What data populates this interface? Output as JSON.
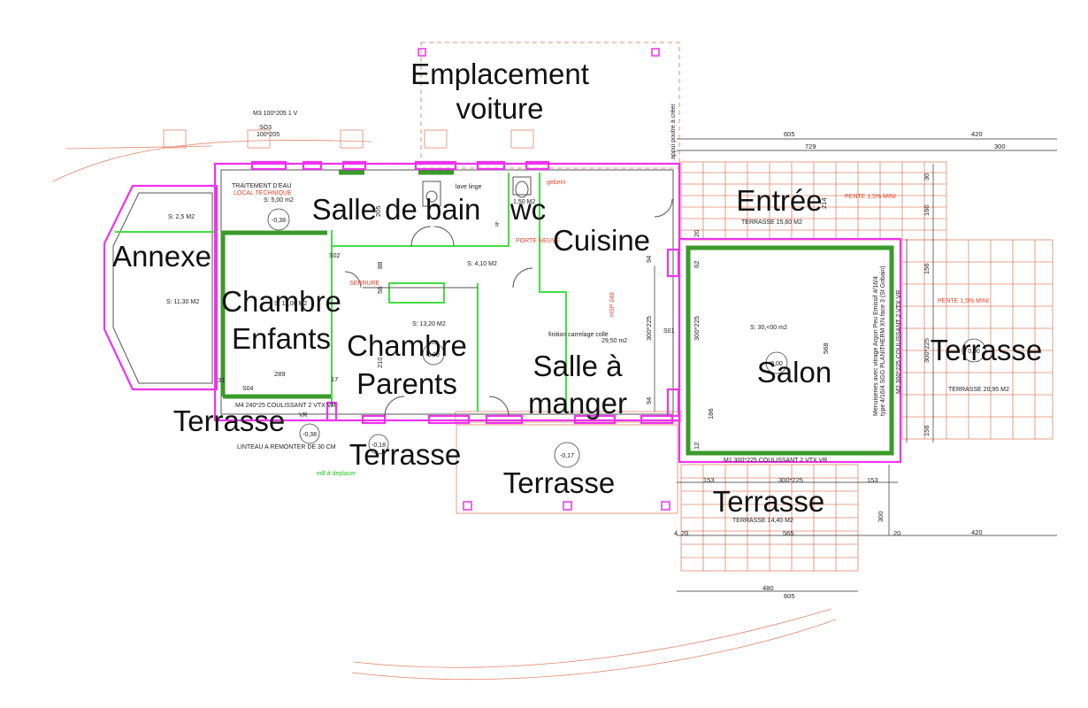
{
  "rooms": {
    "emplacement_line1": "Emplacement",
    "emplacement_line2": "voiture",
    "salle_de_bain": "Salle de bain",
    "wc": "wc",
    "cuisine": "Cuisine",
    "entree": "Entrée",
    "annexe": "Annexe",
    "chambre_enfants_l1": "Chambre",
    "chambre_enfants_l2": "Enfants",
    "chambre_parents_l1": "Chambre",
    "chambre_parents_l2": "Parents",
    "salle_l1": "Salle à",
    "salle_l2": "manger",
    "salon": "Salon",
    "terrasse_right": "Terrasse",
    "terrasse_left": "Terrasse",
    "terrasse_mid": "Terrasse",
    "terrasse_bottom": "Terrasse",
    "terrasse_salon": "Terrasse"
  },
  "annotations": {
    "m3": "M3 100*205 1 V",
    "so3": "SO3",
    "so3_dim": "100*205",
    "traitement": "TRAITEMENT D'EAU",
    "local_tech": "LOCAL TECHNIQUE",
    "s_500": "S: 5,00 m2",
    "lave_linge": "lave linge",
    "s_150": "1,50 M2",
    "geberit": "geberit",
    "s_25": "S: 2,5 M2",
    "s_1130": "S: 11,30 M2",
    "s_1000": "S: 11,00 M2",
    "s02": "S02",
    "s_410": "S: 4,10 M2",
    "s_1320": "S: 13,20 M2",
    "finition": "finition carrelage collé",
    "s_2950": "29,50 m2",
    "hsp": "HSP 248",
    "s_salon": "S:  30,<00 m2",
    "terrasse_1560": "TERRASSE 15,60 M2",
    "terrasse_2095": "TERRASSE 20,95 M2",
    "terrasse_1440": "TERRASSE 14,40 M2",
    "pente1": "PENTE 1,5% MINI",
    "pente2": "PENTE 1,5% MINI",
    "m4": "M4 240*25 COULISSANT 2 VTX VR",
    "m1": "M1 300*225 COULISSANT 2 VTX VR",
    "m2": "M2 300*225 COULISSANT 2 VTX VR",
    "linteau": "LINTEAU A REMONTER DE 30 CM",
    "edf": "edf à deplacer",
    "vr": "VR",
    "s04": "S04",
    "s01": "S01",
    "porte_neuve": "PORTE NEUVE",
    "appui": "appui poutre à créer",
    "menuiseries": "Menuiseries avec vitrage Argon Peu Emissif 4/16/4",
    "menuiseries2": "type 4/16/4 SGG PLANITHERM XN face 3 (St Gobain)",
    "porte_dim": "300*225",
    "fr": "fr",
    "serrure": "SERRURE"
  },
  "levels": {
    "l1": "-0,38",
    "l2": "-0,38",
    "l3": "-0,18",
    "l4": "-0,17",
    "l5": "0,00",
    "l6": "0,00",
    "l7": "0,00"
  },
  "dimensions": {
    "d605": "605",
    "d420": "420",
    "d729": "729",
    "d300": "300",
    "d30": "30",
    "d214": "214",
    "d160": "160",
    "d156a": "156",
    "d156b": "156",
    "d300v": "300",
    "d300_225a": "300*225",
    "d300_225b": "300*225",
    "d300_225c": "300*225",
    "d94a": "94",
    "d94b": "94",
    "d62": "62",
    "d568": "568",
    "d186": "186",
    "d20a": "20",
    "d12": "12",
    "d153a": "153",
    "d153b": "153",
    "d565": "565",
    "d4": "4",
    "d20b": "20",
    "d20c": "20",
    "d420b": "420",
    "d480": "480",
    "d605b": "605",
    "d289": "289",
    "d31": "31",
    "d17": "17",
    "d58": "58",
    "d88": "88",
    "d205": "205",
    "d210": "210"
  }
}
